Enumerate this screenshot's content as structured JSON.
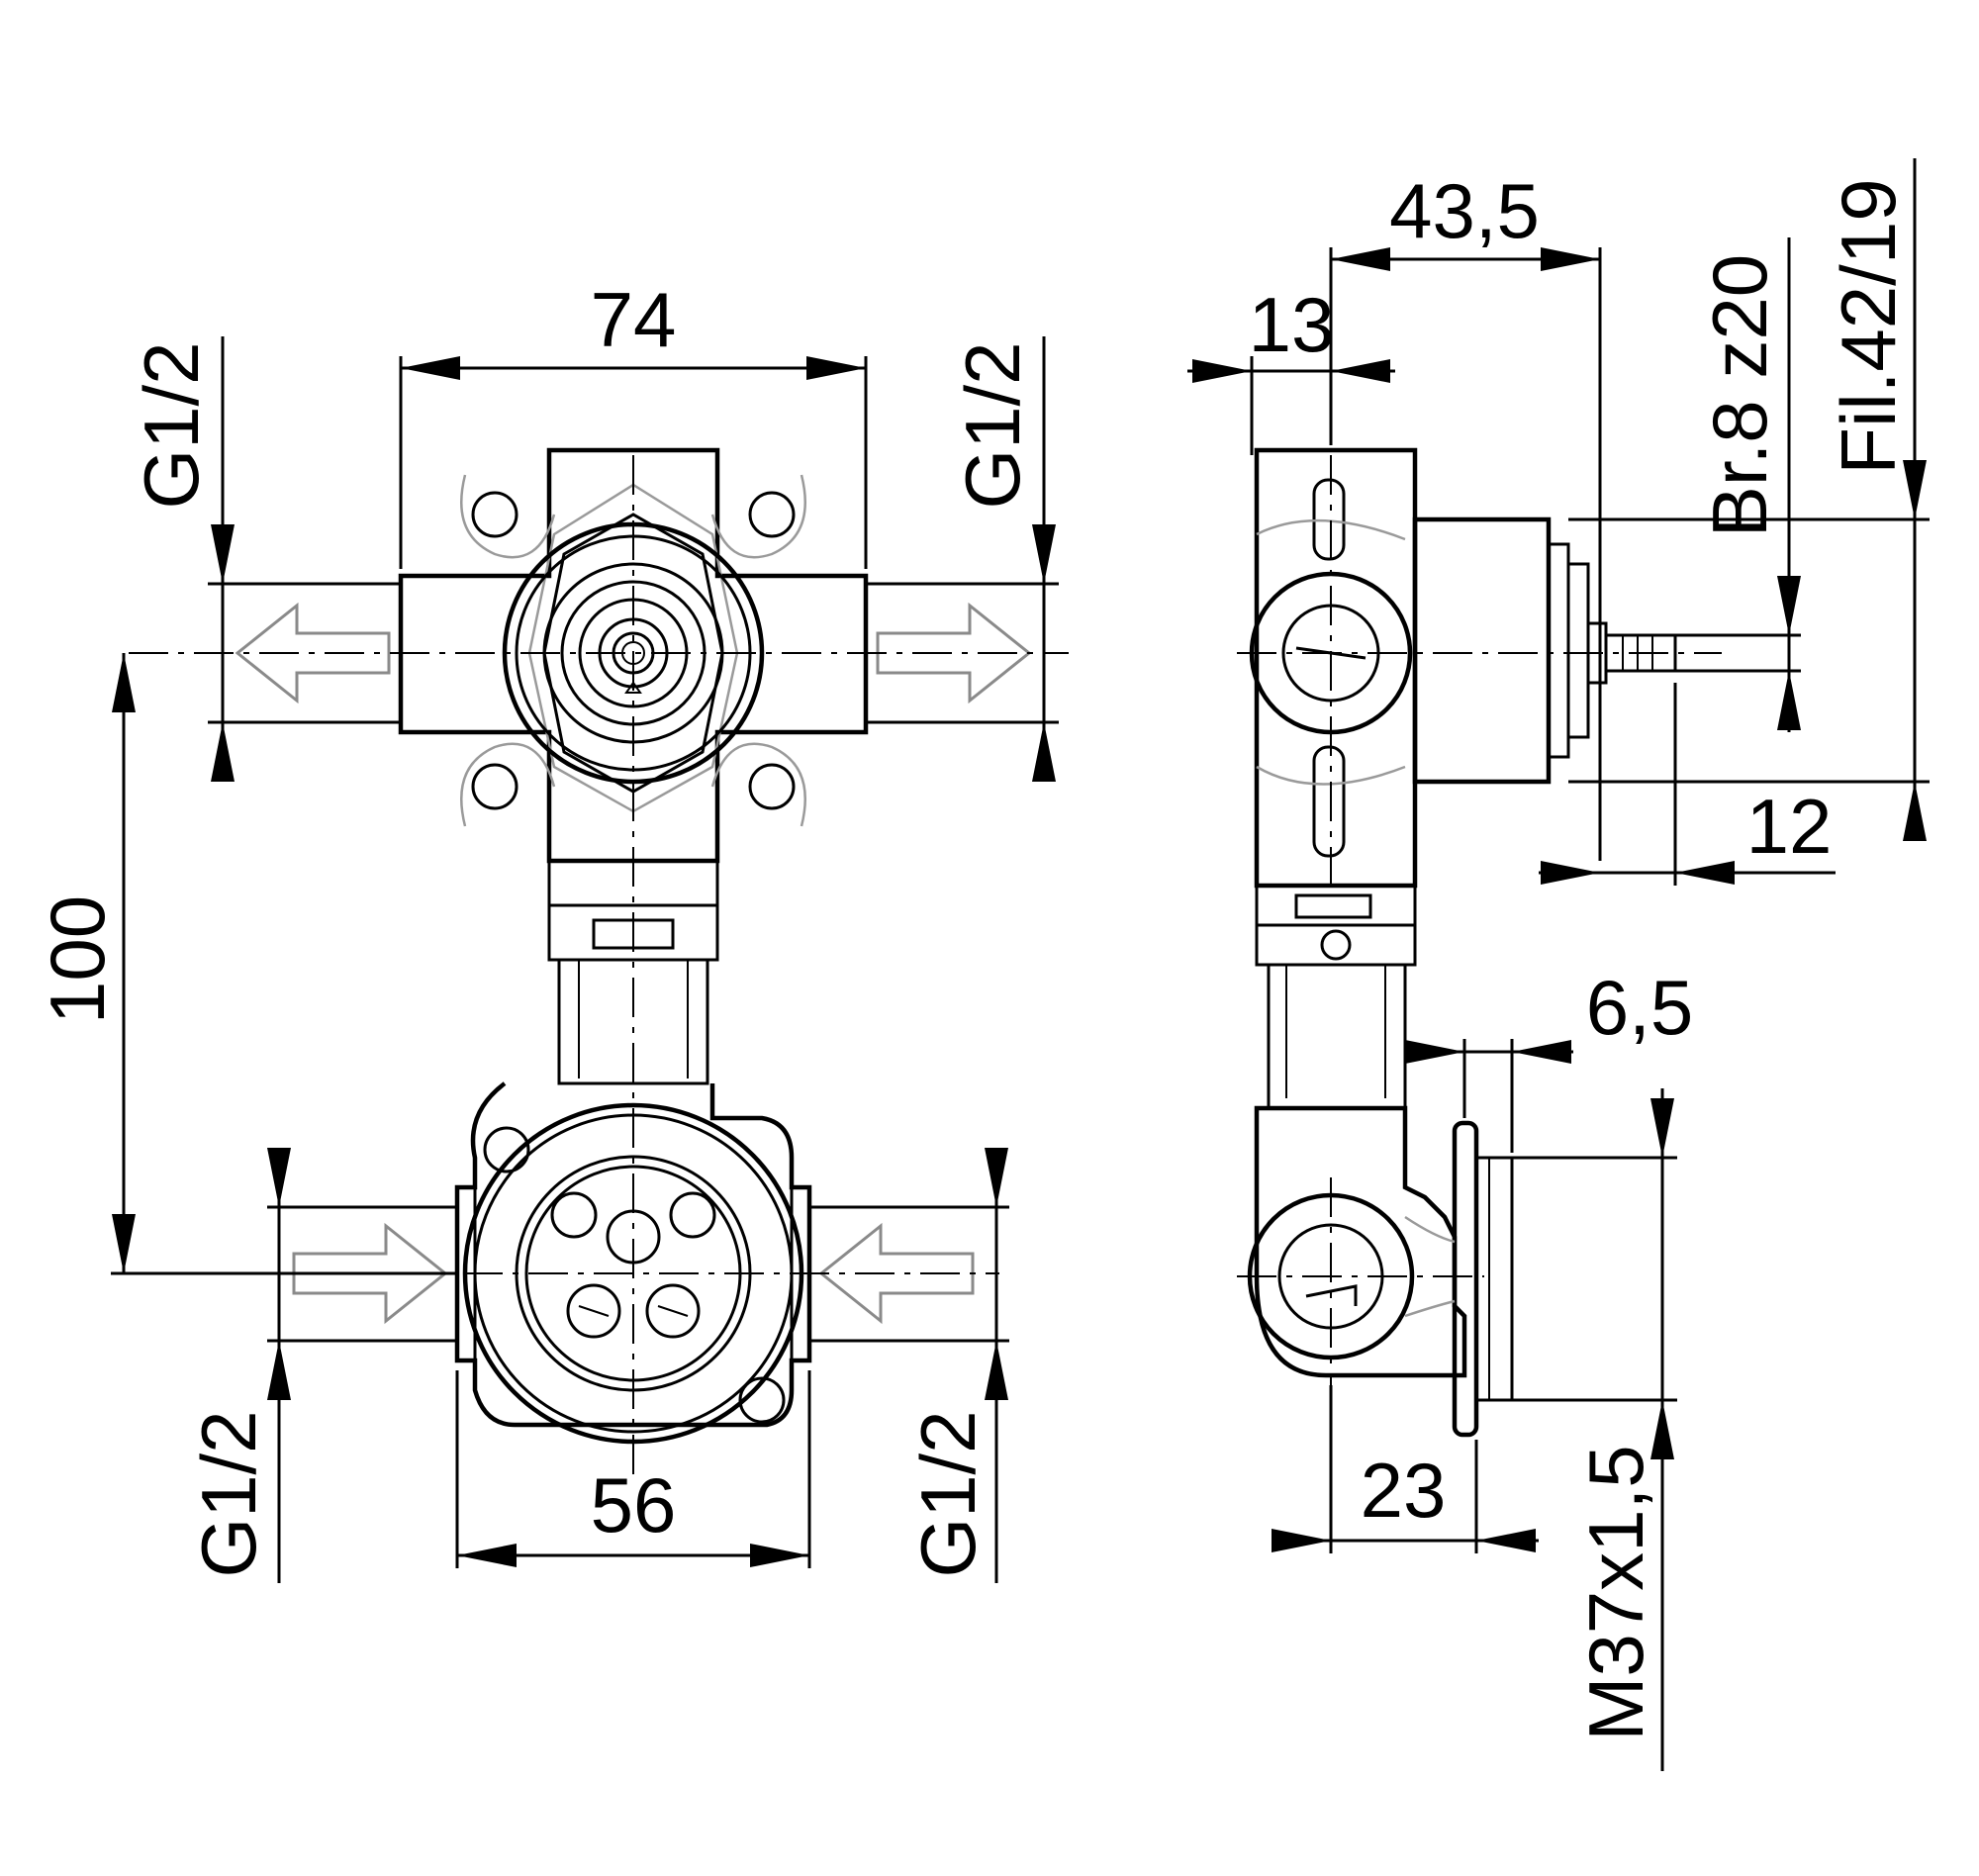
{
  "dimensions": {
    "front_width_top": "74",
    "front_width_bottom": "56",
    "center_distance": "100",
    "thread_top_left": "G1/2",
    "thread_top_right": "G1/2",
    "thread_bottom_left": "G1/2",
    "thread_bottom_right": "G1/2",
    "side_depth": "43,5",
    "side_offset": "13",
    "spindle_spec": "Br.8 z20",
    "thread_spec_fil": "Fil.42/19",
    "spindle_length": "12",
    "flange_thickness": "6,5",
    "bottom_depth": "23",
    "flange_thread": "M37x1,5"
  }
}
